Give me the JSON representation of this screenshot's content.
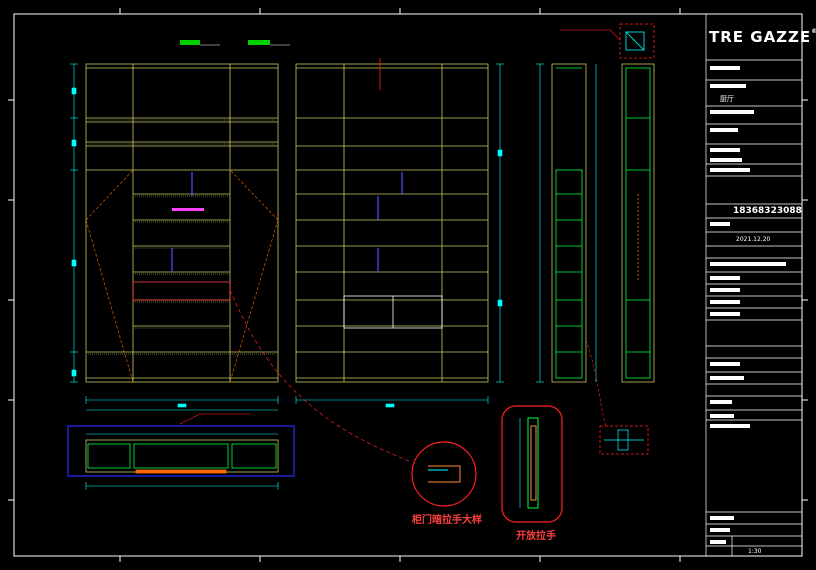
{
  "title_block": {
    "logo_text": "TRE GAZZE",
    "logo_mark": "®",
    "phone": "18368323088",
    "date": "2021.12.20",
    "room": "厨厅",
    "scale": "1:30"
  },
  "annotations": {
    "callout_handle_detail": "柜门暗拉手大样",
    "callout_open_handle": "开放拉手"
  },
  "colors": {
    "background": "#000000",
    "cabinet_line": "#c8c860",
    "dimension_line": "#00ffff",
    "leader_red": "#ff2020",
    "title_block_line": "#ffffff",
    "green_tag": "#00d000",
    "blue_band": "#2a2aff"
  }
}
